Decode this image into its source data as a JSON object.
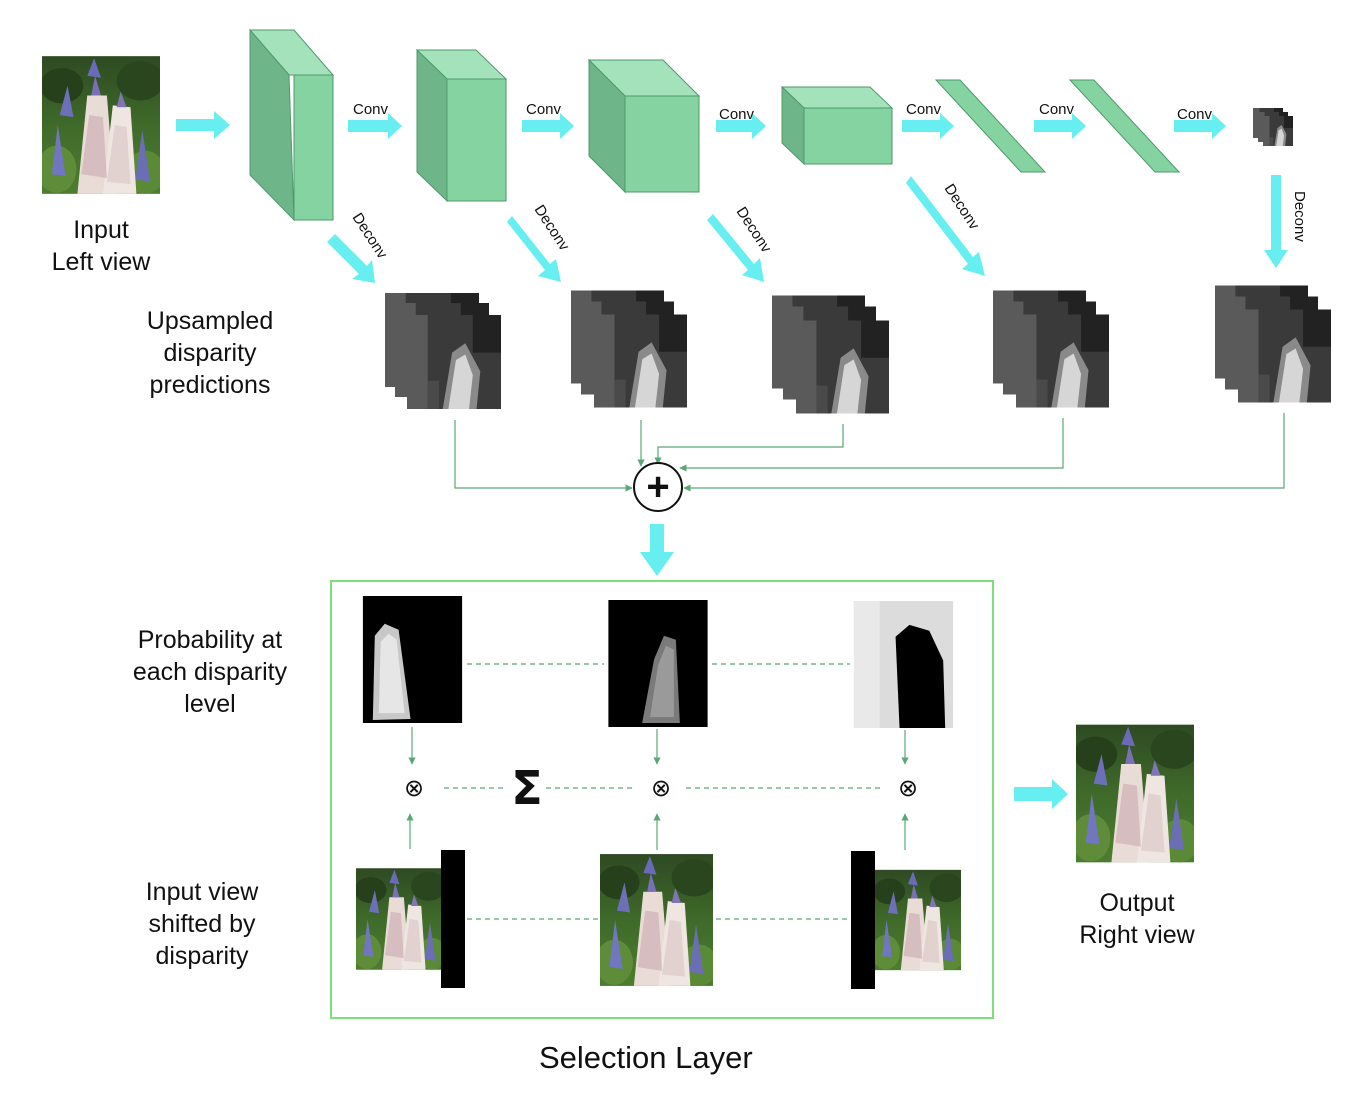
{
  "labels": {
    "input": [
      "Input",
      "Left view"
    ],
    "upsampled": [
      "Upsampled",
      "disparity",
      "predictions"
    ],
    "probability": [
      "Probability at",
      "each disparity",
      "level"
    ],
    "shifted": [
      "Input view",
      "shifted by",
      "disparity"
    ],
    "output": [
      "Output",
      "Right view"
    ],
    "selection_title": "Selection Layer"
  },
  "ops": {
    "conv": "Conv",
    "deconv": "Deconv",
    "sum_symbol": "Σ",
    "multiply_symbol": "⊗",
    "add_symbol": "+"
  },
  "colors": {
    "arrow": "#66eef0",
    "block_front": "#85d3a0",
    "block_side": "#6fb58a",
    "block_top": "#a3e2ba",
    "block_edge": "#4f9a6b",
    "connector": "#5aa878",
    "selection_border": "#7be07b"
  }
}
